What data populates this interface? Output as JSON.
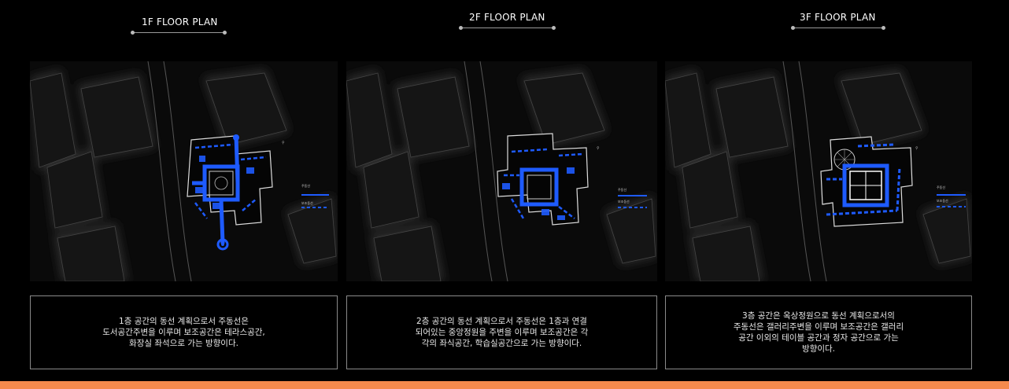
{
  "panels": [
    {
      "title": "1F FLOOR PLAN",
      "lines": [
        "1층 공간의 동선 계획으로서 주동선은",
        "도서공간주변을 이루며 보조공간은 테라스공간,",
        "화장실 좌석으로 가는 방향이다."
      ]
    },
    {
      "title": "2F FLOOR PLAN",
      "lines": [
        "2층 공간의 동선 계획으로서 주동선은 1층과 연결",
        "되어있는 중앙정원을 주변을 이루며 보조공간은 각",
        "각의 좌식공간, 학습실공간으로 가는 방향이다."
      ]
    },
    {
      "title": "3F FLOOR PLAN",
      "lines": [
        "3층 공간은 옥상정원으로 동선 계획으로서의",
        "주동선은 갤러리주변을 이루며 보조공간은 갤러리",
        "공간 이외의 테이블 공간과 정자 공간으로 가는",
        "방향이다."
      ]
    }
  ],
  "legend": {
    "main": "주동선",
    "sub": "보조동선"
  },
  "colors": {
    "route": "#1e5bff",
    "background": "#000000",
    "accent_bar": "#f58a4d"
  }
}
